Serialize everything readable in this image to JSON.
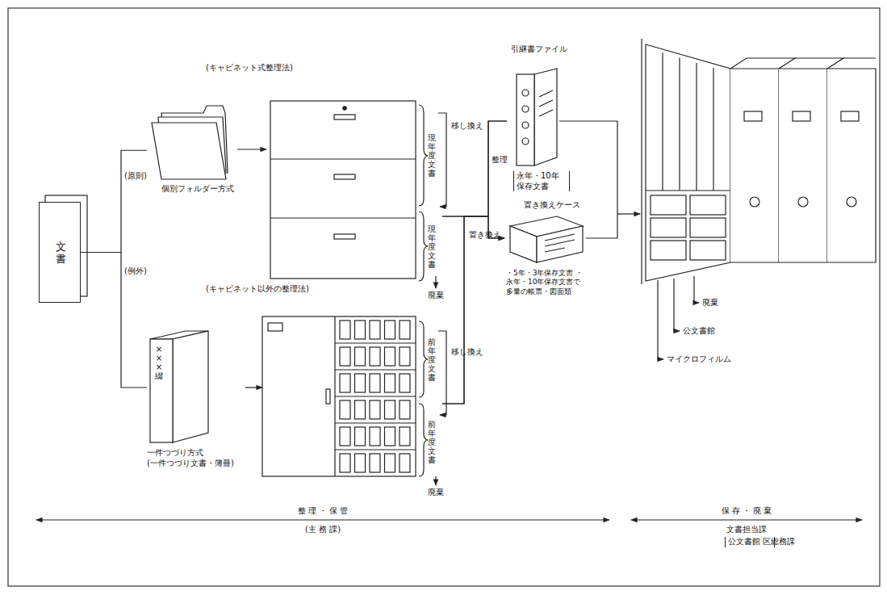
{
  "diagram": {
    "nodes": [
      {
        "text": [
          "文書"
        ]
      },
      {
        "text": [
          "個別フォルダー方式"
        ]
      },
      {
        "text": [
          "現年度文書",
          "現年度文書"
        ]
      },
      {
        "text": [
          "×××綴",
          "一件つづり方式 (一件つづり文書・簿冊)"
        ]
      },
      {
        "text": [
          "前年度文書",
          "前年度文書"
        ]
      },
      {
        "text": [
          "引継書ファイル",
          "永年・10年 保存文書"
        ]
      },
      {
        "text": [
          "置き換えケース",
          "・5年・3年保存文書 ・永年・10年保存文書で 多量の帳票・図面類"
        ]
      }
    ],
    "edges": [
      {
        "from": 0,
        "to": 1,
        "arrow": "none",
        "label": "(原則)"
      },
      {
        "from": 0,
        "to": 3,
        "arrow": "none",
        "label": "(例外)"
      },
      {
        "from": 1,
        "to": 2,
        "arrow": "to"
      },
      {
        "from": 3,
        "to": 4,
        "arrow": "to"
      },
      {
        "from": 2,
        "to": 5,
        "arrow": "none"
      },
      {
        "from": 2,
        "to": 6,
        "arrow": "to"
      },
      {
        "from": 4,
        "to": 5,
        "arrow": "none"
      },
      {
        "from": 4,
        "to": 6,
        "arrow": "to"
      }
    ],
    "labels": [
      "(キャビネット式整理法)",
      "移し換え",
      "廃棄",
      "(キャビネット以外の整理法)",
      "移し換え",
      "廃棄",
      "置き換え",
      "整理",
      "廃棄",
      "公文書館",
      "マイクロフィルム",
      "整 理 ・ 保 管",
      "(主 務 課)",
      "保 存 ・ 廃 棄",
      "文書担当課",
      "公文書館 区総務課"
    ]
  }
}
